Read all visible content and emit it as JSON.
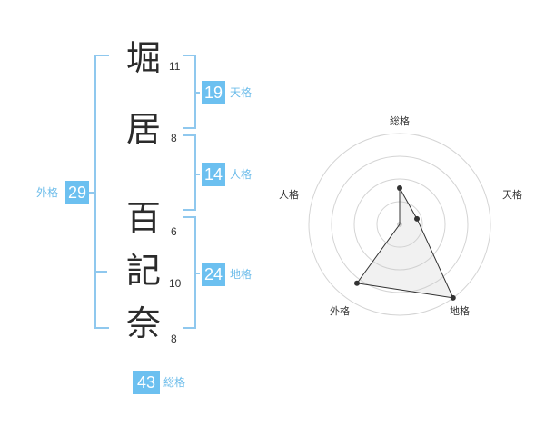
{
  "name_chars": [
    {
      "char": "堀",
      "strokes": "11"
    },
    {
      "char": "居",
      "strokes": "8"
    },
    {
      "char": "百",
      "strokes": "6"
    },
    {
      "char": "記",
      "strokes": "10"
    },
    {
      "char": "奈",
      "strokes": "8"
    }
  ],
  "fortune": {
    "tenkaku": {
      "value": "19",
      "label": "天格"
    },
    "jinkaku": {
      "value": "14",
      "label": "人格"
    },
    "chikaku": {
      "value": "24",
      "label": "地格"
    },
    "gaikaku": {
      "value": "29",
      "label": "外格"
    },
    "soukaku": {
      "value": "43",
      "label": "総格"
    }
  },
  "colors": {
    "accent": "#6cc0f0",
    "bracket": "#8fc8ee",
    "label": "#6cbcea"
  },
  "chart_data": {
    "type": "radar",
    "axes": [
      "総格",
      "天格",
      "地格",
      "外格",
      "人格"
    ],
    "values": [
      2,
      1,
      5,
      4,
      0
    ],
    "max": 5,
    "rings": 4
  }
}
